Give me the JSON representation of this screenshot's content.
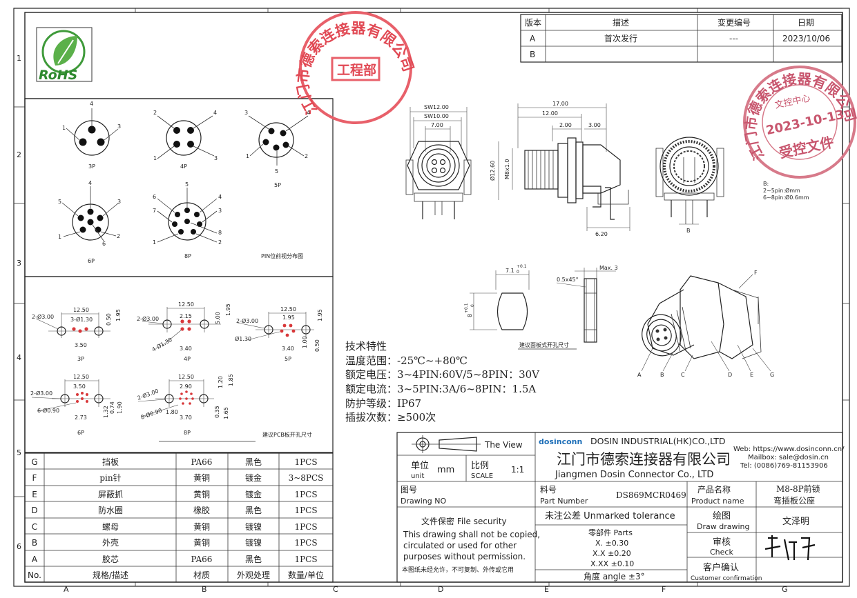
{
  "border": {
    "cols": [
      "A",
      "B",
      "C",
      "D",
      "E",
      "F",
      "G"
    ],
    "rows": [
      "1",
      "2",
      "3",
      "4",
      "5",
      "6"
    ]
  },
  "revision": {
    "headers": [
      "版本",
      "描述",
      "变更编号",
      "日期"
    ],
    "rows": [
      [
        "A",
        "首次发行",
        "---",
        "2023/10/06"
      ],
      [
        "B",
        "",
        "",
        ""
      ]
    ]
  },
  "logo": {
    "text": "RoHS"
  },
  "company_stamp": {
    "ring": "江门市德索连接器有限公司",
    "center": "工程部"
  },
  "control_stamp": {
    "ring": "江门市德索连接器有限公司",
    "sub": "文控中心",
    "date": "2023-10-13",
    "bottom": "受控文件"
  },
  "pinouts": [
    {
      "label": "3P",
      "pins": [
        "4",
        "1",
        "3"
      ]
    },
    {
      "label": "4P",
      "pins": [
        "2",
        "4",
        "1",
        "3"
      ]
    },
    {
      "label": "5P",
      "pins": [
        "3",
        "4",
        "1",
        "2",
        "5"
      ]
    },
    {
      "label": "6P",
      "pins": [
        "4",
        "5",
        "3",
        "1",
        "2",
        "6"
      ]
    },
    {
      "label": "8P",
      "pins": [
        "5",
        "6",
        "4",
        "7",
        "3",
        "1",
        "8",
        "2"
      ]
    }
  ],
  "pinout_caption": "PIN位前视分布图",
  "pcb": {
    "items": [
      {
        "label": "3P",
        "w": "12.50",
        "hole": "2-Ø3.00",
        "pin": "3-Ø1.30",
        "a": "3.50",
        "b": "0.50",
        "c": "1.95"
      },
      {
        "label": "4P",
        "w": "12.50",
        "hole": "2-Ø3.00",
        "pin": "4-Ø1.30",
        "a": "2.15",
        "d": "3.40",
        "b": "5.00",
        "c": "1.95"
      },
      {
        "label": "5P",
        "w": "12.50",
        "hole": "2-Ø3.00",
        "pin": "Ø1.30",
        "a": "1.95",
        "d": "3.40",
        "b": "1.00",
        "e": "0.50",
        "c": "1.95"
      },
      {
        "label": "6P",
        "w": "12.50",
        "hole": "2-Ø3.00",
        "pin": "6-Ø0.90",
        "a": "3.50",
        "d": "2.73",
        "b": "1.32",
        "e": "0.74",
        "c": "1.90"
      },
      {
        "label": "8P",
        "w": "12.50",
        "hole": "2-Ø3.00",
        "pin": "8-Ø0.90",
        "a": "2.90",
        "d": "1.80",
        "f": "3.70",
        "b": "0.35",
        "e": "1.20",
        "g": "1.65",
        "c": "1.85"
      }
    ],
    "caption": "建议PCB板开孔尺寸"
  },
  "views": {
    "sw12": "SW12.00",
    "sw10": "SW10.00",
    "d7": "7.00",
    "d17": "17.00",
    "d12": "12.00",
    "d2": "2.00",
    "d3": "3.00",
    "dia": "Ø12.60",
    "thread": "M8x1.0",
    "d620": "6.20",
    "b": "B",
    "note_b": "B:",
    "note_1": "2~5pin:Ømm",
    "note_2": "6~8pin:Ø0.6mm"
  },
  "panel": {
    "w": "7.1",
    "w_tol": "+0.1",
    "w_tol2": "0",
    "h": "8",
    "h_tol": "+0.1",
    "h_tol2": "0",
    "chamfer": "0.5x45°",
    "max": "Max. 3",
    "caption": "建议面板式开孔尺寸"
  },
  "iso_labels": [
    "A",
    "B",
    "C",
    "D",
    "E",
    "F",
    "G"
  ],
  "specs": {
    "title": "技术特性",
    "lines": [
      "温度范围：-25℃~+80℃",
      "额定电压：3~4PIN:60V/5~8PIN：30V",
      "额定电流：3~5PIN:3A/6~8PIN：1.5A",
      "防护等级：IP67",
      "插拔次数：≥500次"
    ]
  },
  "bom": {
    "headers": [
      "No.",
      "规格/描述",
      "材质",
      "外观处理",
      "数量/单位"
    ],
    "rows": [
      [
        "G",
        "挡板",
        "PA66",
        "黑色",
        "1PCS"
      ],
      [
        "F",
        "pin针",
        "黄铜",
        "镀金",
        "3~8PCS"
      ],
      [
        "E",
        "屏蔽抓",
        "黄铜",
        "镀金",
        "1PCS"
      ],
      [
        "D",
        "防水圈",
        "橡胶",
        "黑色",
        "1PCS"
      ],
      [
        "C",
        "螺母",
        "黄铜",
        "镀镍",
        "1PCS"
      ],
      [
        "B",
        "外壳",
        "黄铜",
        "镀镍",
        "1PCS"
      ],
      [
        "A",
        "胶芯",
        "PA66",
        "黑色",
        "1PCS"
      ]
    ]
  },
  "title_block": {
    "view": "The View",
    "unit_cn": "单位",
    "unit_en": "unit",
    "unit_val": "mm",
    "scale_cn": "比例",
    "scale_en": "SCALE",
    "scale_val": "1:1",
    "brand": "dosinconn",
    "company_en1": "DOSIN INDUSTRIAL(HK)CO.,LTD",
    "company_cn": "江门市德索连接器有限公司",
    "company_en2": "Jiangmen Dosin Connector Co., LTD",
    "web": "Web: https://www.dosinconn.cn/",
    "mail": "Mailbox: sale@dosin.cn",
    "tel": "Tel: (0086)769-81153906",
    "drawing_no_cn": "图号",
    "drawing_no_en": "Drawing NO",
    "part_cn": "料号",
    "part_en": "Part Number",
    "part_val": "DS869MCR0469",
    "product_cn": "产品名称",
    "product_en": "Product name",
    "product_val1": "M8-8P前锁",
    "product_val2": "弯插板公座",
    "security_title": "文件保密  File security",
    "security_lines": [
      "This drawing shall not be copied,",
      "circulated or used for other",
      "purposes without permission."
    ],
    "security_cn": "本图纸未经允许，不可复制、外传或它用",
    "tol_title": "未注公差 Unmarked tolerance",
    "parts_title": "零部件 Parts",
    "tol_lines": [
      "X.  ±0.30",
      "X.X  ±0.20",
      "X.XX  ±0.10"
    ],
    "angle": "角度 angle  ±3°",
    "draw_cn": "绘图",
    "draw_en": "Draw drawing",
    "drawer": "文泽明",
    "check_cn": "审核",
    "check_en": "Check",
    "confirm_cn": "客户确认",
    "confirm_en": "Customer confirmation"
  }
}
